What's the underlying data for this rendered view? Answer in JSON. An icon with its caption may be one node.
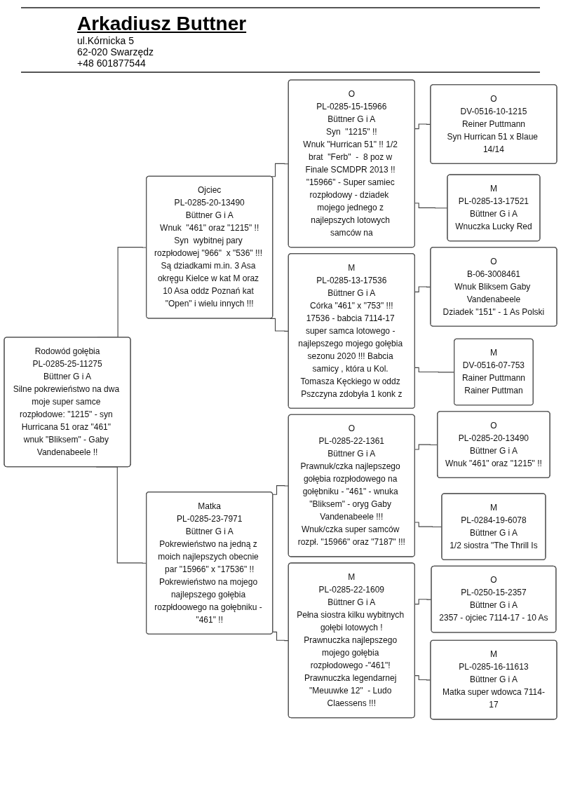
{
  "diagram": {
    "title": "Arkadiusz Buttner",
    "nodes": [
      {
        "text": [
          "Rodowód gołębia",
          "PL-0285-25-11275",
          "Büttner G i A",
          "Silne pokrewieństwo na dwa moje super samce rozpłodowe: \"1215\" - syn Hurricana 51 oraz \"461\" wnuk \"Bliksem\" - Gaby Vandenabeele !!"
        ]
      },
      {
        "text": [
          "Ojciec",
          "PL-0285-20-13490",
          "Büttner G i A",
          "Wnuk  \"461\" oraz \"1215\" !!",
          "Syn  wybitnej pary rozpłodowej \"966\"  x \"536\" !!! Są dziadkami m.in. 3 Asa okręgu Kielce w kat M oraz 10 Asa oddz Poznań kat \"Open\" i wielu innych !!!"
        ]
      },
      {
        "text": [
          "Matka",
          "PL-0285-23-7971",
          "Büttner G i A",
          "Pokrewieństwo na jedną z moich najlepszych obecnie par \"15966\" x \"17536\" !!",
          "Pokrewieństwo na mojego najlepszego gołębia rozpłdoowego na gołębniku - \"461\" !!"
        ]
      },
      {
        "text": [
          "O",
          "PL-0285-15-15966",
          "Büttner G i A",
          "Syn  \"1215\" !!",
          "Wnuk \"Hurrican 51\" !! 1/2 brat  \"Ferb\"  -  8 poz w Finale SCMDPR 2013 !! \"15966\" - Super samiec rozpłodowy - dziadek  mojego jednego z najlepszych lotowych samców na"
        ]
      },
      {
        "text": [
          "M",
          "PL-0285-13-17536",
          "Büttner G i A",
          "Córka \"461\" x \"753\" !!!",
          "17536 - babcia 7114-17 super samca lotowego - najlepszego mojego gołębia sezonu 2020 !!! Babcia samicy , która u Kol. Tomasza Kęckiego w oddz Pszczyna zdobyła 1 konk z"
        ]
      },
      {
        "text": [
          "O",
          "PL-0285-22-1361",
          "Büttner G i A",
          "Prawnuk/czka najlepszego gołębia rozpłodowego na gołębniku - \"461\" - wnuka \"Bliksem\" - oryg Gaby Vandenabeele !!!",
          "Wnuk/czka super samców rozpł. \"15966\" oraz \"7187\" !!!"
        ]
      },
      {
        "text": [
          "M",
          "PL-0285-22-1609",
          "Büttner G i A",
          "Pełna siostra kilku wybitnych gołębi lotowych !",
          "Prawnuczka najlepszego mojego gołębia rozpłodowego -\"461\"! Prawnuczka legendarnej \"Meuuwke 12\"  - Ludo Claessens !!!"
        ]
      },
      {
        "text": [
          "O",
          "DV-0516-10-1215",
          "Reiner Puttmann",
          "Syn Hurrican 51 x Blaue 14/14"
        ]
      },
      {
        "text": [
          "M",
          "PL-0285-13-17521",
          "Büttner G i A",
          "Wnuczka Lucky Red"
        ]
      },
      {
        "text": [
          "O",
          "B-06-3008461",
          "Wnuk Bliksem Gaby Vandenabeele",
          "Dziadek \"151\" - 1 As Polski"
        ]
      },
      {
        "text": [
          "M",
          "DV-0516-07-753",
          "Rainer Puttmann",
          "Rainer Puttman"
        ]
      },
      {
        "text": [
          "O",
          "PL-0285-20-13490",
          "Büttner G i A",
          "Wnuk  \"461\" oraz \"1215\" !!"
        ]
      },
      {
        "text": [
          "M",
          "PL-0284-19-6078",
          "Büttner G i A",
          "1/2 siostra \"The Thrill Is"
        ]
      },
      {
        "text": [
          "O",
          "PL-0250-15-2357",
          "Büttner G i A",
          "2357 - ojciec 7114-17 - 10 As"
        ]
      },
      {
        "text": [
          "M",
          "PL-0285-16-11613",
          "Büttner G i A",
          "Matka super wdowca 7114-17"
        ]
      }
    ],
    "edges": [
      {
        "from": 0,
        "to": 1,
        "arrow": "none"
      },
      {
        "from": 0,
        "to": 2,
        "arrow": "none"
      },
      {
        "from": 1,
        "to": 3,
        "arrow": "none"
      },
      {
        "from": 1,
        "to": 4,
        "arrow": "none"
      },
      {
        "from": 2,
        "to": 5,
        "arrow": "none"
      },
      {
        "from": 2,
        "to": 6,
        "arrow": "none"
      },
      {
        "from": 3,
        "to": 7,
        "arrow": "none"
      },
      {
        "from": 3,
        "to": 8,
        "arrow": "none"
      },
      {
        "from": 4,
        "to": 9,
        "arrow": "none"
      },
      {
        "from": 4,
        "to": 10,
        "arrow": "none"
      },
      {
        "from": 5,
        "to": 11,
        "arrow": "none"
      },
      {
        "from": 5,
        "to": 12,
        "arrow": "none"
      },
      {
        "from": 6,
        "to": 13,
        "arrow": "none"
      },
      {
        "from": 6,
        "to": 14,
        "arrow": "none"
      }
    ],
    "labels": [
      "ul.Kórnicka 5",
      "62-020 Swarzędz",
      "+48 601877544"
    ]
  }
}
